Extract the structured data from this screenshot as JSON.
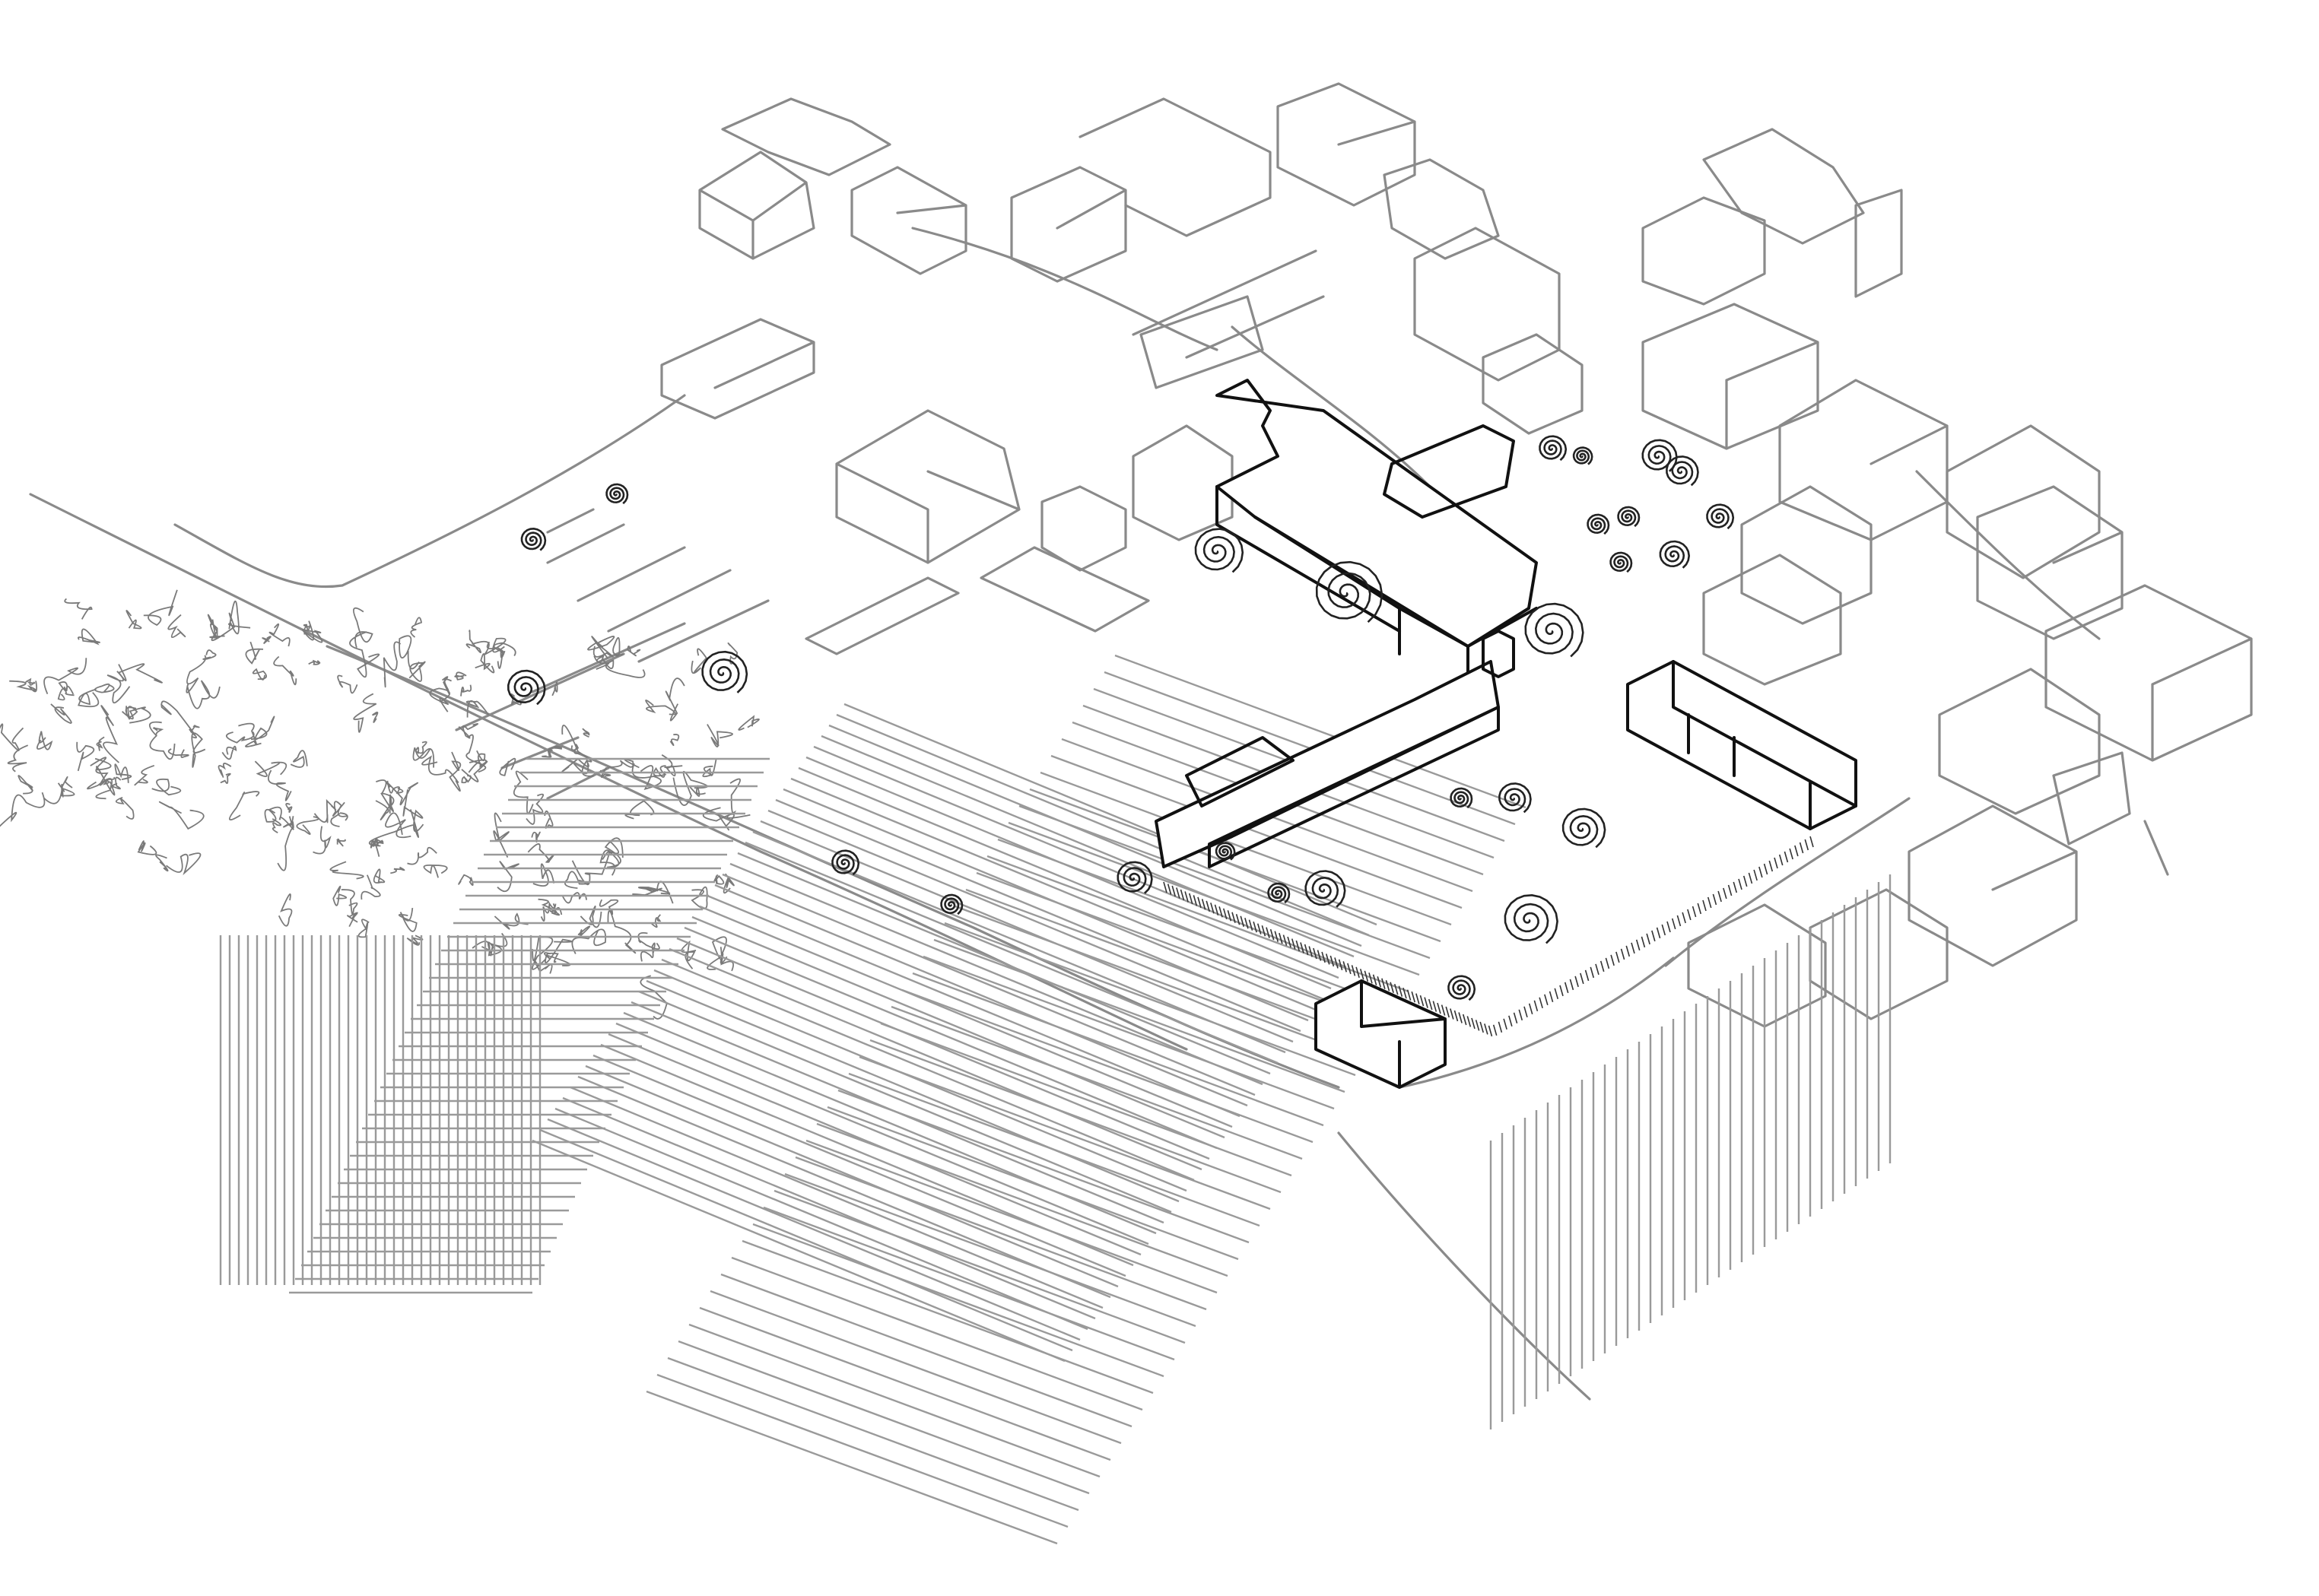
{
  "drawing": {
    "colors": {
      "background": "#ffffff",
      "context_stroke": "#8a8a8a",
      "main_stroke": "#111111"
    },
    "layers": [
      "context-buildings",
      "roads",
      "parking",
      "woodland",
      "fields",
      "monastery-complex",
      "trees",
      "garden-wall"
    ]
  }
}
